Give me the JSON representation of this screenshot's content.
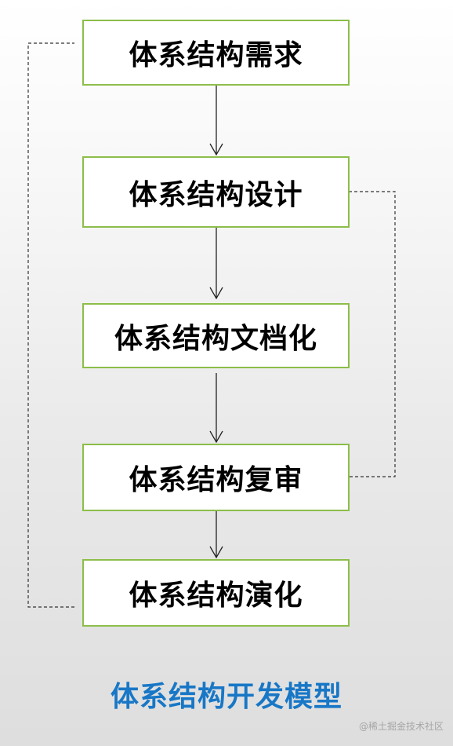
{
  "nodes": [
    {
      "label": "体系结构需求"
    },
    {
      "label": "体系结构设计"
    },
    {
      "label": "体系结构文档化"
    },
    {
      "label": "体系结构复审"
    },
    {
      "label": "体系结构演化"
    }
  ],
  "title": "体系结构开发模型",
  "watermark": "@稀土掘金技术社区",
  "colors": {
    "node_border": "#8cbe4a",
    "title": "#1877c6",
    "arrow": "#000000",
    "feedback_line": "#333333"
  }
}
